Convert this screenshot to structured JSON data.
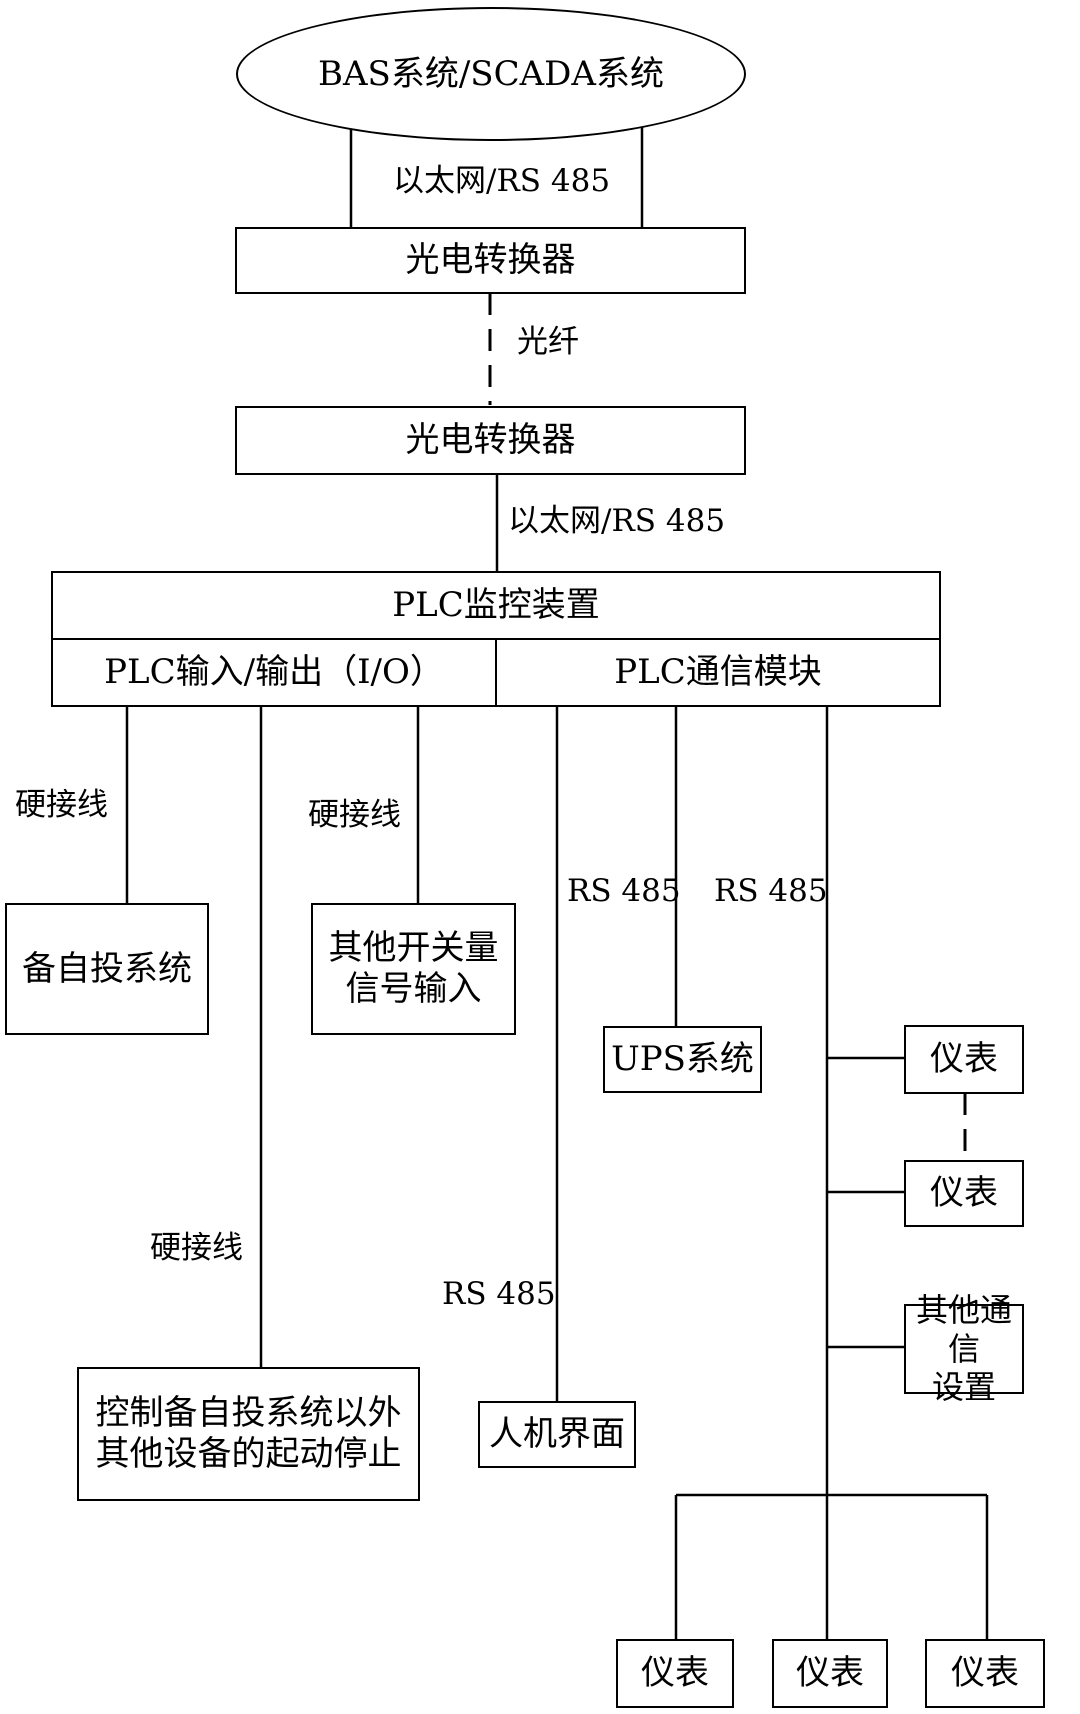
{
  "nodes": {
    "bas": "BAS系统/SCADA系统",
    "conv1": "光电转换器",
    "conv2": "光电转换器",
    "plc": "PLC监控装置",
    "plc_io": "PLC输入/输出（I/O）",
    "plc_comm": "PLC通信模块",
    "auto_switch": "备自投系统",
    "other_switch": "其他开关量\n信号输入",
    "control_other": "控制备自投系统以外\n其他设备的起动停止",
    "ups": "UPS系统",
    "hmi": "人机界面",
    "meter_1": "仪表",
    "meter_2": "仪表",
    "other_comm": "其他通信\n设置",
    "meter_3": "仪表",
    "meter_4": "仪表",
    "meter_5": "仪表"
  },
  "labels": {
    "eth_top": "以太网/RS 485",
    "fiber": "光纤",
    "eth_mid": "以太网/RS 485",
    "hardwire_1": "硬接线",
    "hardwire_2": "硬接线",
    "hardwire_3": "硬接线",
    "rs485_ups": "RS 485",
    "rs485_bus": "RS 485",
    "rs485_hmi": "RS 485"
  }
}
